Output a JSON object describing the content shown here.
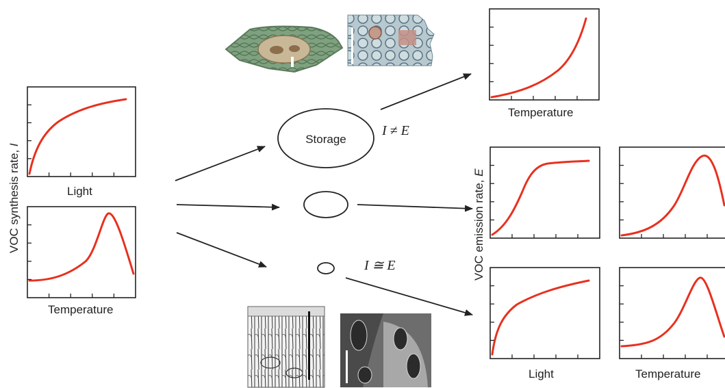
{
  "labels": {
    "synthesis_axis": "VOC synthesis rate, ",
    "synthesis_var": "I",
    "emission_axis": "VOC emission rate, ",
    "emission_var": "E",
    "light": "Light",
    "temperature": "Temperature",
    "storage": "Storage",
    "relation_not_equal": "I ≠ E",
    "relation_approx": "I ≅ E"
  },
  "colors": {
    "curve": "#e8301e",
    "axis": "#222222",
    "tissue_green": "#5e8c63",
    "tissue_blue": "#9fb4c2",
    "micrograph_gray": "#6d6d6d"
  },
  "chart_data": [
    {
      "id": "synth-light",
      "type": "line",
      "x_label": "Light",
      "shape": "saturating"
    },
    {
      "id": "synth-temp",
      "type": "line",
      "x_label": "Temperature",
      "shape": "peak"
    },
    {
      "id": "emit-storage-temp",
      "type": "line",
      "x_label": "Temperature",
      "shape": "exponential"
    },
    {
      "id": "emit-mid-light",
      "type": "line",
      "x_label": "",
      "shape": "sigmoid"
    },
    {
      "id": "emit-mid-temp",
      "type": "line",
      "x_label": "",
      "shape": "peak"
    },
    {
      "id": "emit-direct-light",
      "type": "line",
      "x_label": "Light",
      "shape": "saturating"
    },
    {
      "id": "emit-direct-temp",
      "type": "line",
      "x_label": "Temperature",
      "shape": "peak"
    }
  ]
}
